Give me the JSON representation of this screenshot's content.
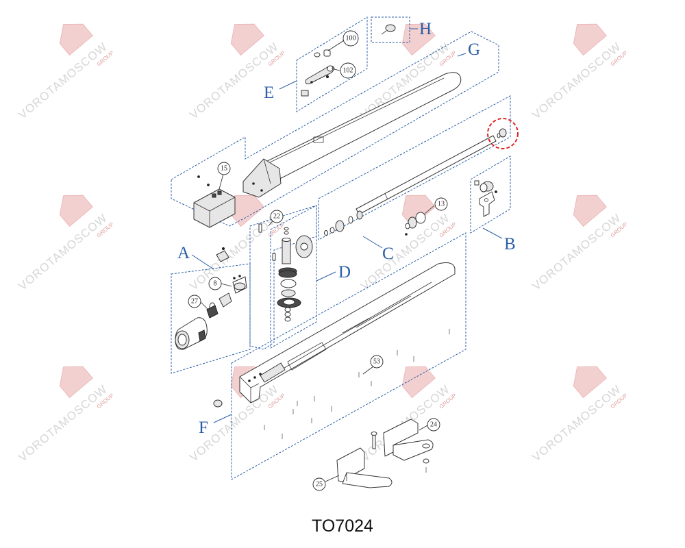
{
  "model": "TO7024",
  "watermark": {
    "brand": "VOROTAMOSCOW",
    "sub": "GROUP"
  },
  "group_labels": {
    "A": "A",
    "B": "B",
    "C": "C",
    "D": "D",
    "E": "E",
    "F": "F",
    "G": "G",
    "H": "H"
  },
  "part_numbers": {
    "p100": "100",
    "p102": "102",
    "p15": "15",
    "p22": "22",
    "p13": "13",
    "p8": "8",
    "p27": "27",
    "p53": "53",
    "p24": "24",
    "p25": "25"
  },
  "colors": {
    "group_outline": "#2a5ea8",
    "highlight": "#e02020",
    "watermark": "#d6d6d6"
  }
}
